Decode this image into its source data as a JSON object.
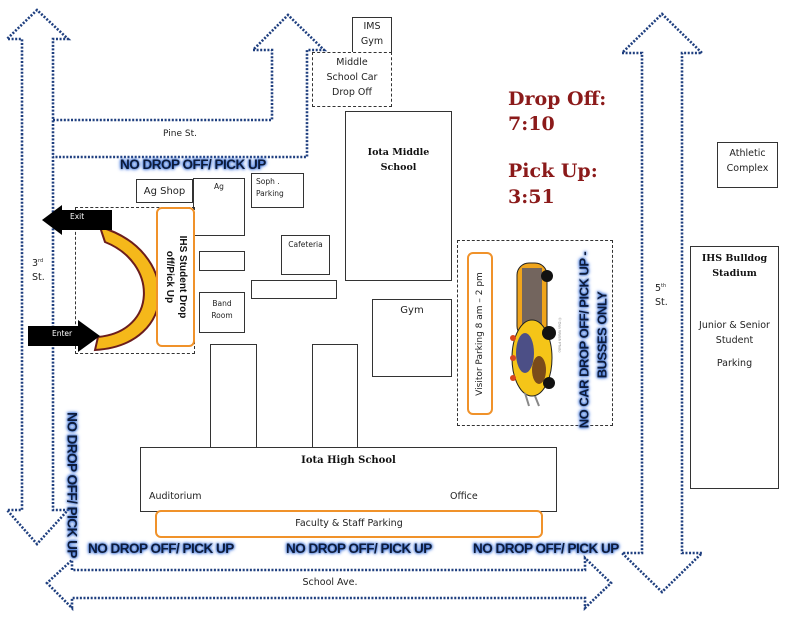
{
  "colors": {
    "road_dots": "#1f3f7f",
    "warning_text": "#0d1b3a",
    "warning_glow": "#4a7fe0",
    "times": "#8b1a1a",
    "orange_zone": "#f0922a",
    "loop_fill": "#f5b81a",
    "loop_outline": "#6b1d1d"
  },
  "streets": {
    "pine": "Pine St.",
    "third": {
      "num": "3",
      "sup": "rd",
      "suffix": "St."
    },
    "fifth": {
      "num": "5",
      "sup": "th",
      "suffix": "St."
    },
    "school_ave": "School Ave."
  },
  "schedule": {
    "dropoff_label": "Drop Off:",
    "dropoff_time": "7:10",
    "pickup_label": "Pick Up:",
    "pickup_time": "3:51"
  },
  "buildings": {
    "ims_gym": [
      "IMS",
      "Gym"
    ],
    "ms_car_dropoff": [
      "Middle",
      "School Car",
      "Drop Off"
    ],
    "iota_middle": [
      "Iota Middle",
      "School"
    ],
    "ag_shop": "Ag Shop",
    "ag": "Ag",
    "soph_parking": [
      "Soph .",
      "Parking"
    ],
    "cafeteria": "Cafeteria",
    "band_room": [
      "Band",
      "Room"
    ],
    "gym": "Gym",
    "athletic_complex": [
      "Athletic",
      "Complex"
    ],
    "stadium_title": [
      "IHS  Bulldog",
      "Stadium"
    ],
    "stadium_parking": [
      "Junior & Senior",
      "Student"
    ],
    "stadium_parking2": "Parking",
    "iota_high": "Iota High School",
    "auditorium": "Auditorium",
    "office": "Office"
  },
  "zones": {
    "ihs_student_dropoff": [
      "IHS Student Drop",
      "off/Pick Up"
    ],
    "visitor_parking": "Visitor Parking 8 am – 2 pm",
    "faculty_parking": "Faculty & Staff Parking"
  },
  "loop_arrows": {
    "exit": "Exit",
    "enter": "Enter"
  },
  "warnings": {
    "top": "NO DROP OFF/ PICK UP",
    "left_vertical": "NO DROP OFF/ PICK UP",
    "bottom_1": "NO DROP OFF/ PICK UP",
    "bottom_2": "NO DROP OFF/ PICK UP",
    "bottom_3": "NO DROP OFF/ PICK UP",
    "bus_line1": "NO CAR DROP OFF/ PICK UP -",
    "bus_line2": "BUSSES ONLY"
  },
  "bus_image": {
    "icon": "school-bus-icon",
    "caption": "© Dan Walsh Photo"
  }
}
